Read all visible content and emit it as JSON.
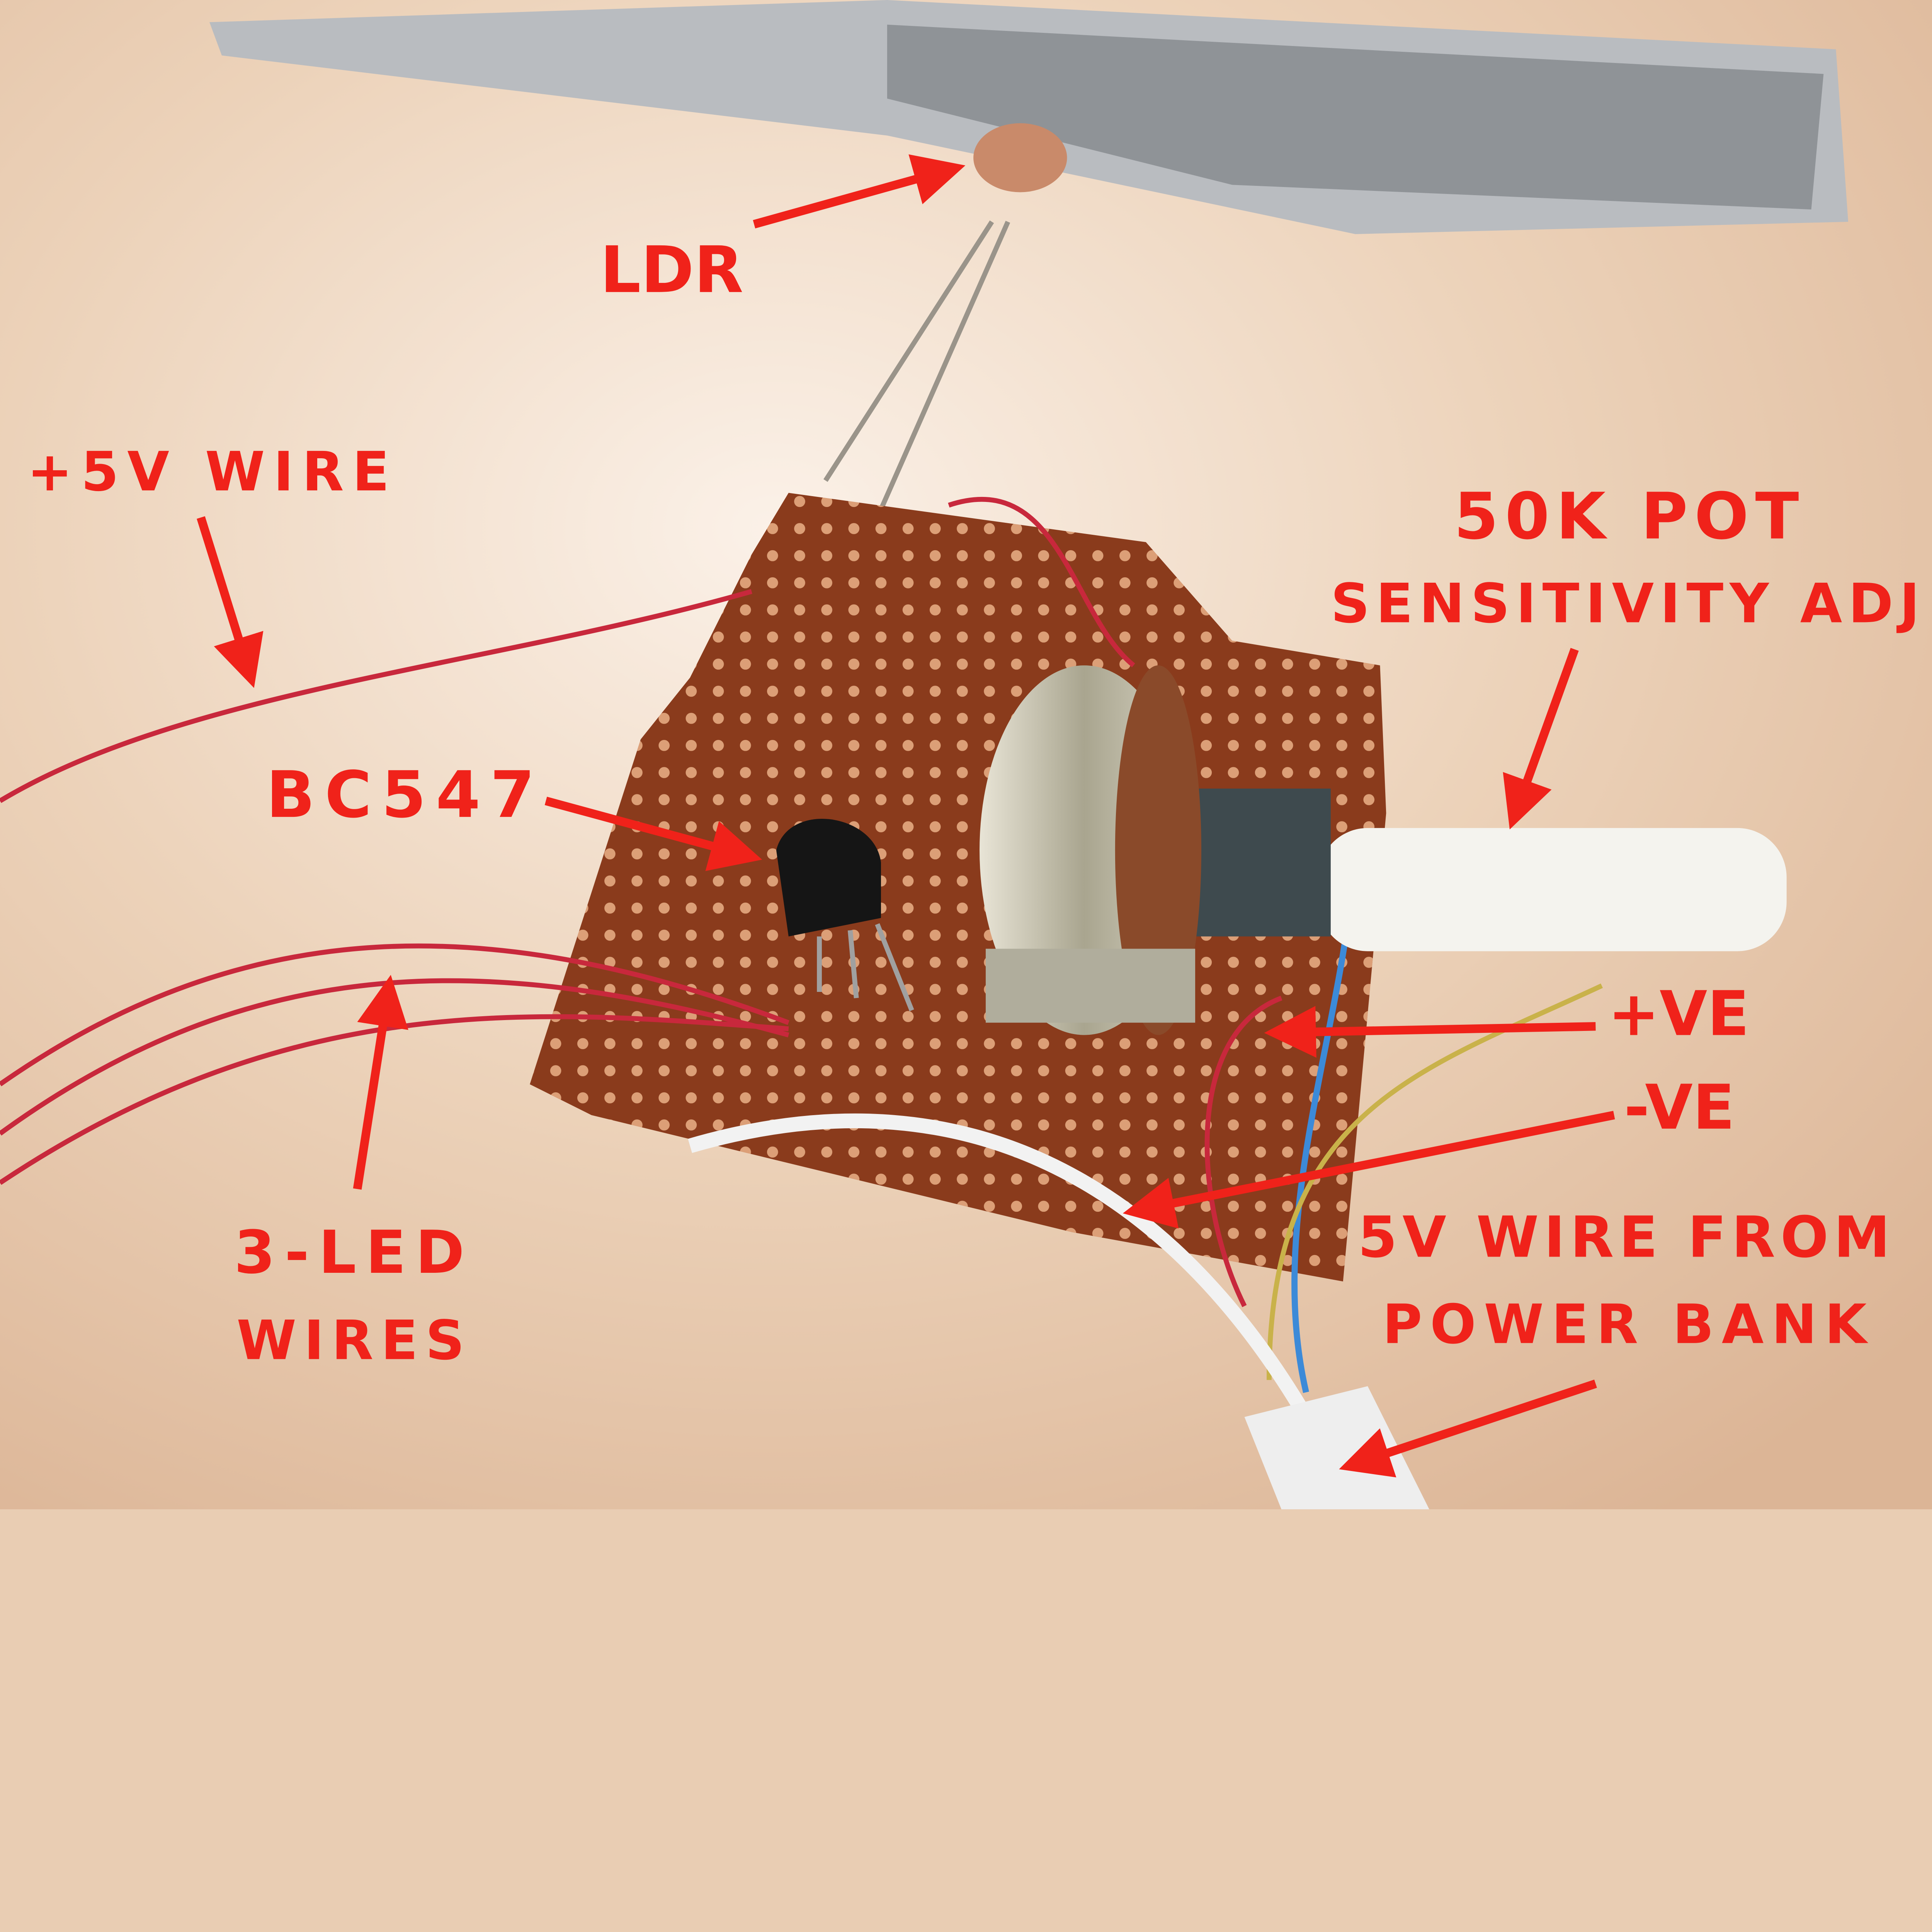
{
  "labels": {
    "ldr": "LDR",
    "plus5v_wire": "+5V WIRE",
    "pot_title": "50K POT",
    "pot_subtitle": "SENSITIVITY ADJ",
    "transistor": "BC547",
    "positive": "+VE",
    "negative": "-VE",
    "led_line1": "3-LED",
    "led_line2": "WIRES",
    "power_line1": "5V WIRE FROM",
    "power_line2": "POWER BANK"
  },
  "colors": {
    "annotation": "#f0221a",
    "table": "#e9cdb3",
    "perfboard": "#8a3b1c",
    "wire_red": "#c8283c",
    "wire_blue": "#3c8ad8",
    "wire_yellow": "#c9b24a"
  }
}
